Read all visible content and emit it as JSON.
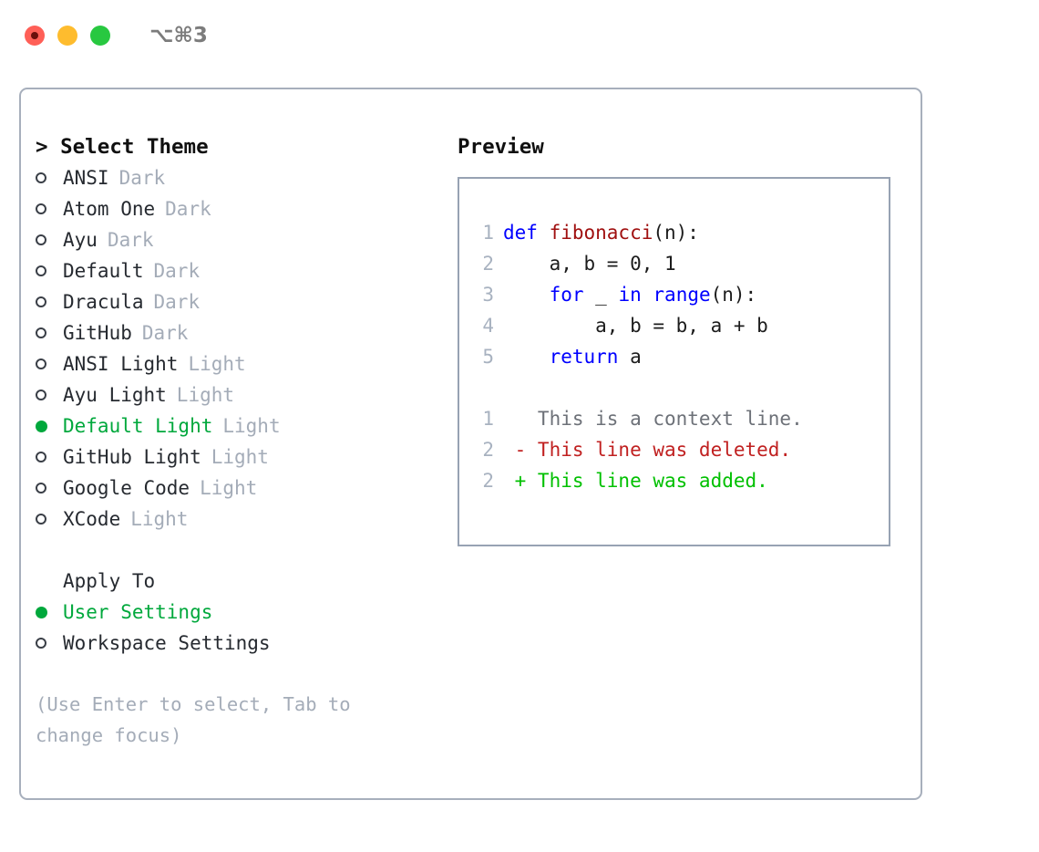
{
  "window": {
    "shortcut": "⌥⌘3",
    "traffic_lights": [
      {
        "name": "close",
        "color": "#ff5f57"
      },
      {
        "name": "minimize",
        "color": "#febc2e"
      },
      {
        "name": "maximize",
        "color": "#28c840"
      }
    ]
  },
  "theme_panel": {
    "heading": "> Select Theme",
    "items": [
      {
        "label": "ANSI",
        "tag": "Dark",
        "selected": false
      },
      {
        "label": "Atom One",
        "tag": "Dark",
        "selected": false
      },
      {
        "label": "Ayu",
        "tag": "Dark",
        "selected": false
      },
      {
        "label": "Default",
        "tag": "Dark",
        "selected": false
      },
      {
        "label": "Dracula",
        "tag": "Dark",
        "selected": false
      },
      {
        "label": "GitHub",
        "tag": "Dark",
        "selected": false
      },
      {
        "label": "ANSI Light",
        "tag": "Light",
        "selected": false
      },
      {
        "label": "Ayu Light",
        "tag": "Light",
        "selected": false
      },
      {
        "label": "Default Light",
        "tag": "Light",
        "selected": true
      },
      {
        "label": "GitHub Light",
        "tag": "Light",
        "selected": false
      },
      {
        "label": "Google Code",
        "tag": "Light",
        "selected": false
      },
      {
        "label": "XCode",
        "tag": "Light",
        "selected": false
      }
    ]
  },
  "apply_to": {
    "heading": "Apply To",
    "items": [
      {
        "label": "User Settings",
        "selected": true
      },
      {
        "label": "Workspace Settings",
        "selected": false
      }
    ]
  },
  "hint": "(Use Enter to select, Tab to change focus)",
  "preview": {
    "heading": "Preview",
    "code_lines": [
      {
        "number": "1",
        "tokens": [
          {
            "text": "def ",
            "type": "kw"
          },
          {
            "text": "fibonacci",
            "type": "fn"
          },
          {
            "text": "(n):",
            "type": "plain"
          }
        ]
      },
      {
        "number": "2",
        "tokens": [
          {
            "text": "    a, b = 0, 1",
            "type": "plain"
          }
        ]
      },
      {
        "number": "3",
        "tokens": [
          {
            "text": "    ",
            "type": "plain"
          },
          {
            "text": "for",
            "type": "kw"
          },
          {
            "text": " _ ",
            "type": "plain"
          },
          {
            "text": "in",
            "type": "kw"
          },
          {
            "text": " ",
            "type": "plain"
          },
          {
            "text": "range",
            "type": "kw"
          },
          {
            "text": "(n):",
            "type": "plain"
          }
        ]
      },
      {
        "number": "4",
        "tokens": [
          {
            "text": "        a, b = b, a + b",
            "type": "plain"
          }
        ]
      },
      {
        "number": "5",
        "tokens": [
          {
            "text": "    ",
            "type": "plain"
          },
          {
            "text": "return",
            "type": "kw"
          },
          {
            "text": " a",
            "type": "plain"
          }
        ]
      }
    ],
    "diff_lines": [
      {
        "number": "1",
        "marker": " ",
        "text": "This is a context line.",
        "kind": "context"
      },
      {
        "number": "2",
        "marker": "-",
        "text": "This line was deleted.",
        "kind": "del"
      },
      {
        "number": "2",
        "marker": "+",
        "text": "This line was added.",
        "kind": "add"
      }
    ]
  },
  "colors": {
    "selection_green": "#00a83c",
    "tag_gray": "#a4acb8",
    "border_gray": "#a7afbc",
    "preview_border": "#97a2b3",
    "gutter": "#a8b2c0",
    "keyword_blue": "#0000ff",
    "function_red": "#a01010",
    "diff_deleted": "#c02020",
    "diff_added": "#00c000",
    "diff_context": "#6d7178"
  }
}
